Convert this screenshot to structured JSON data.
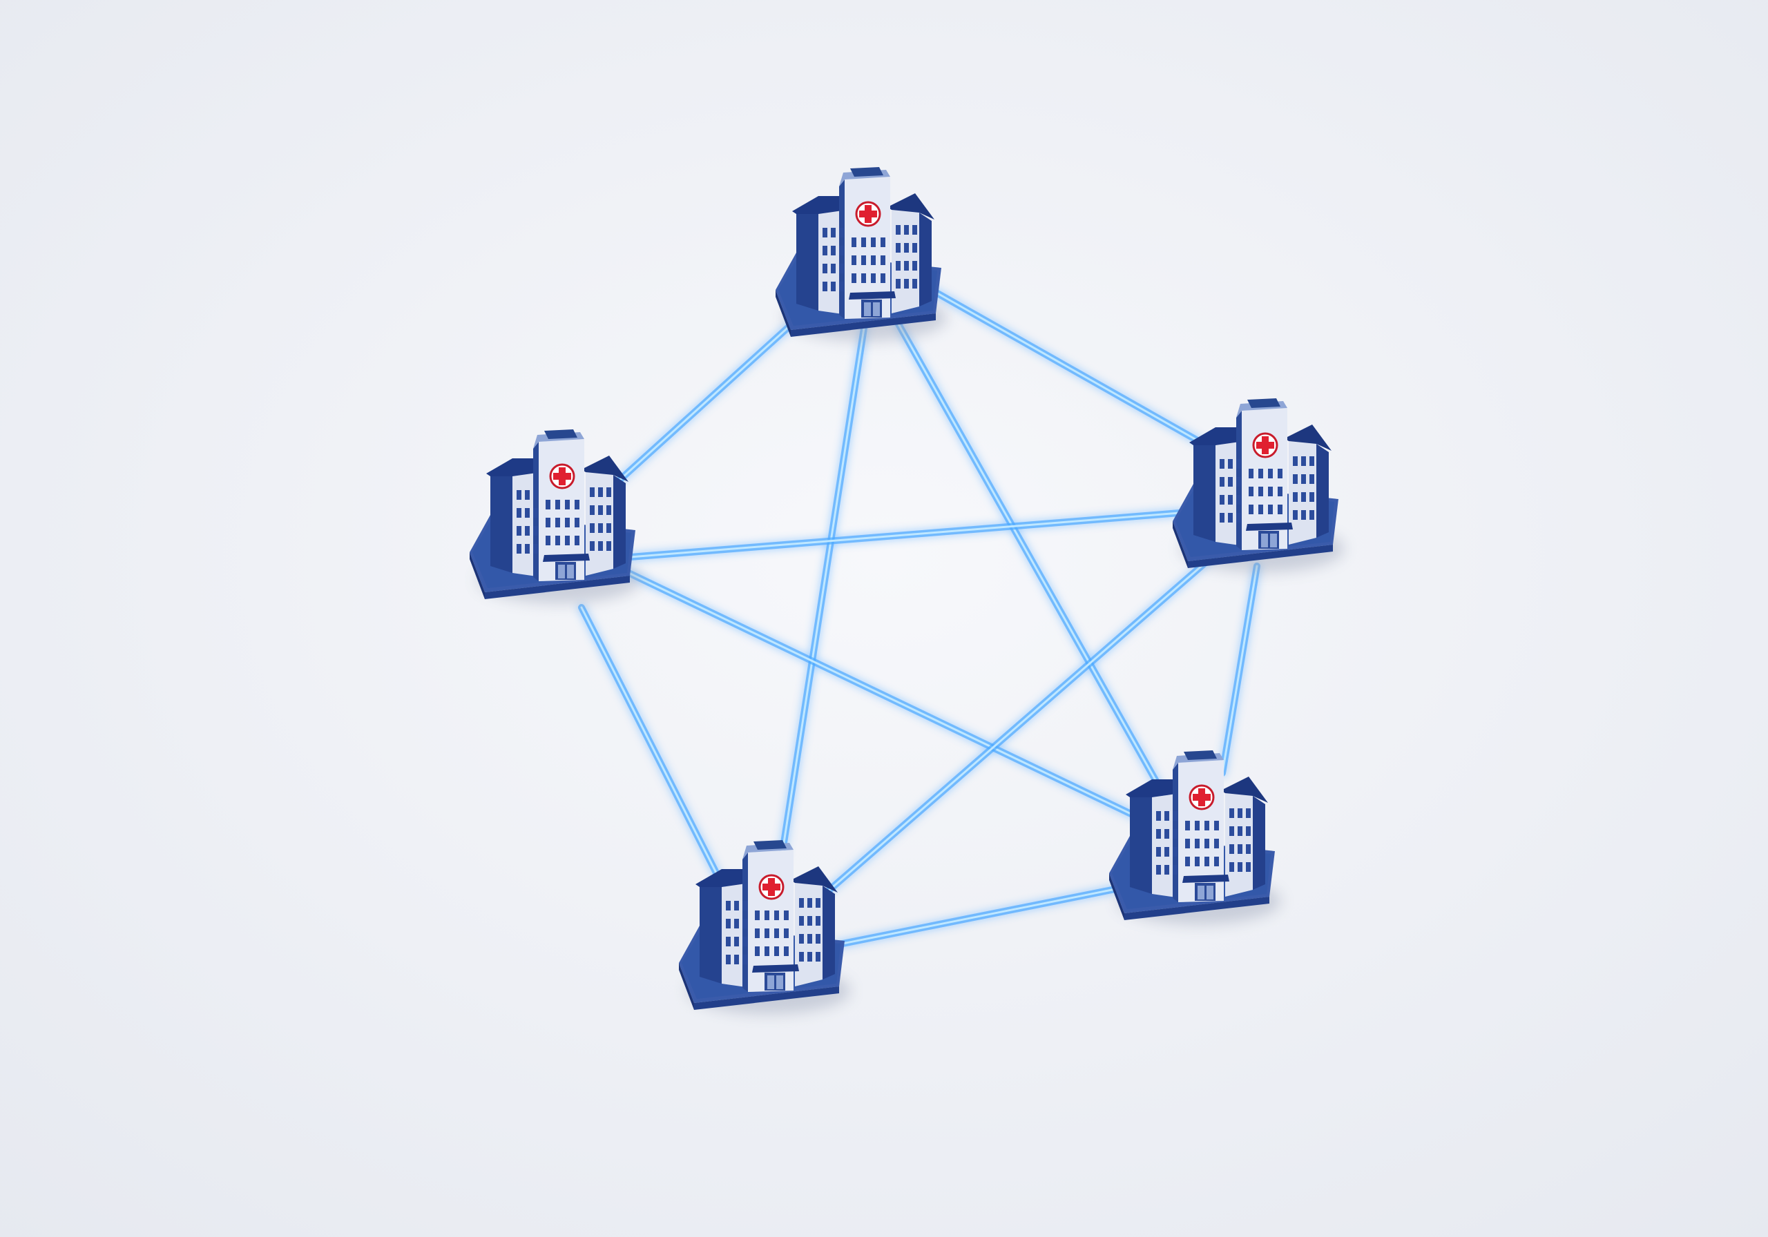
{
  "scene": {
    "background_color": "#eef0f4",
    "node_count": 5,
    "connections": [
      [
        "north",
        "west"
      ],
      [
        "north",
        "east"
      ],
      [
        "north",
        "south-west"
      ],
      [
        "north",
        "south-east"
      ],
      [
        "west",
        "east"
      ],
      [
        "west",
        "south-west"
      ],
      [
        "west",
        "south-east"
      ],
      [
        "east",
        "south-west"
      ],
      [
        "east",
        "south-east"
      ],
      [
        "south-west",
        "south-east"
      ]
    ],
    "node_icon": "hospital-building-icon",
    "cross_icon": "medical-cross-icon",
    "colors": {
      "building_blue": "#24418f",
      "building_light": "#dfe4f2",
      "roof_dark": "#1d357a",
      "base_plate": "#2c4f9e",
      "link_glow": "#49a8ff",
      "link_core": "#bfe7ff",
      "cross_red": "#e02030"
    }
  }
}
